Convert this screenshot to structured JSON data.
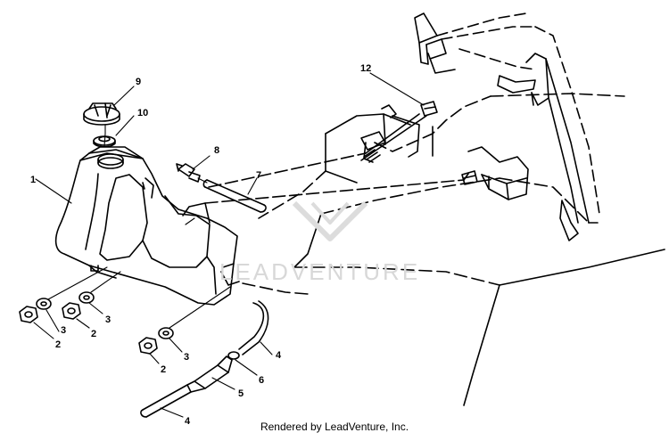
{
  "diagram": {
    "callouts": [
      "1",
      "2",
      "2",
      "2",
      "3",
      "3",
      "3",
      "4",
      "4",
      "5",
      "6",
      "7",
      "8",
      "9",
      "10",
      "12"
    ]
  },
  "watermark": {
    "text": "LEADVENTURE"
  },
  "footer": {
    "text": "Rendered by LeadVenture, Inc."
  }
}
